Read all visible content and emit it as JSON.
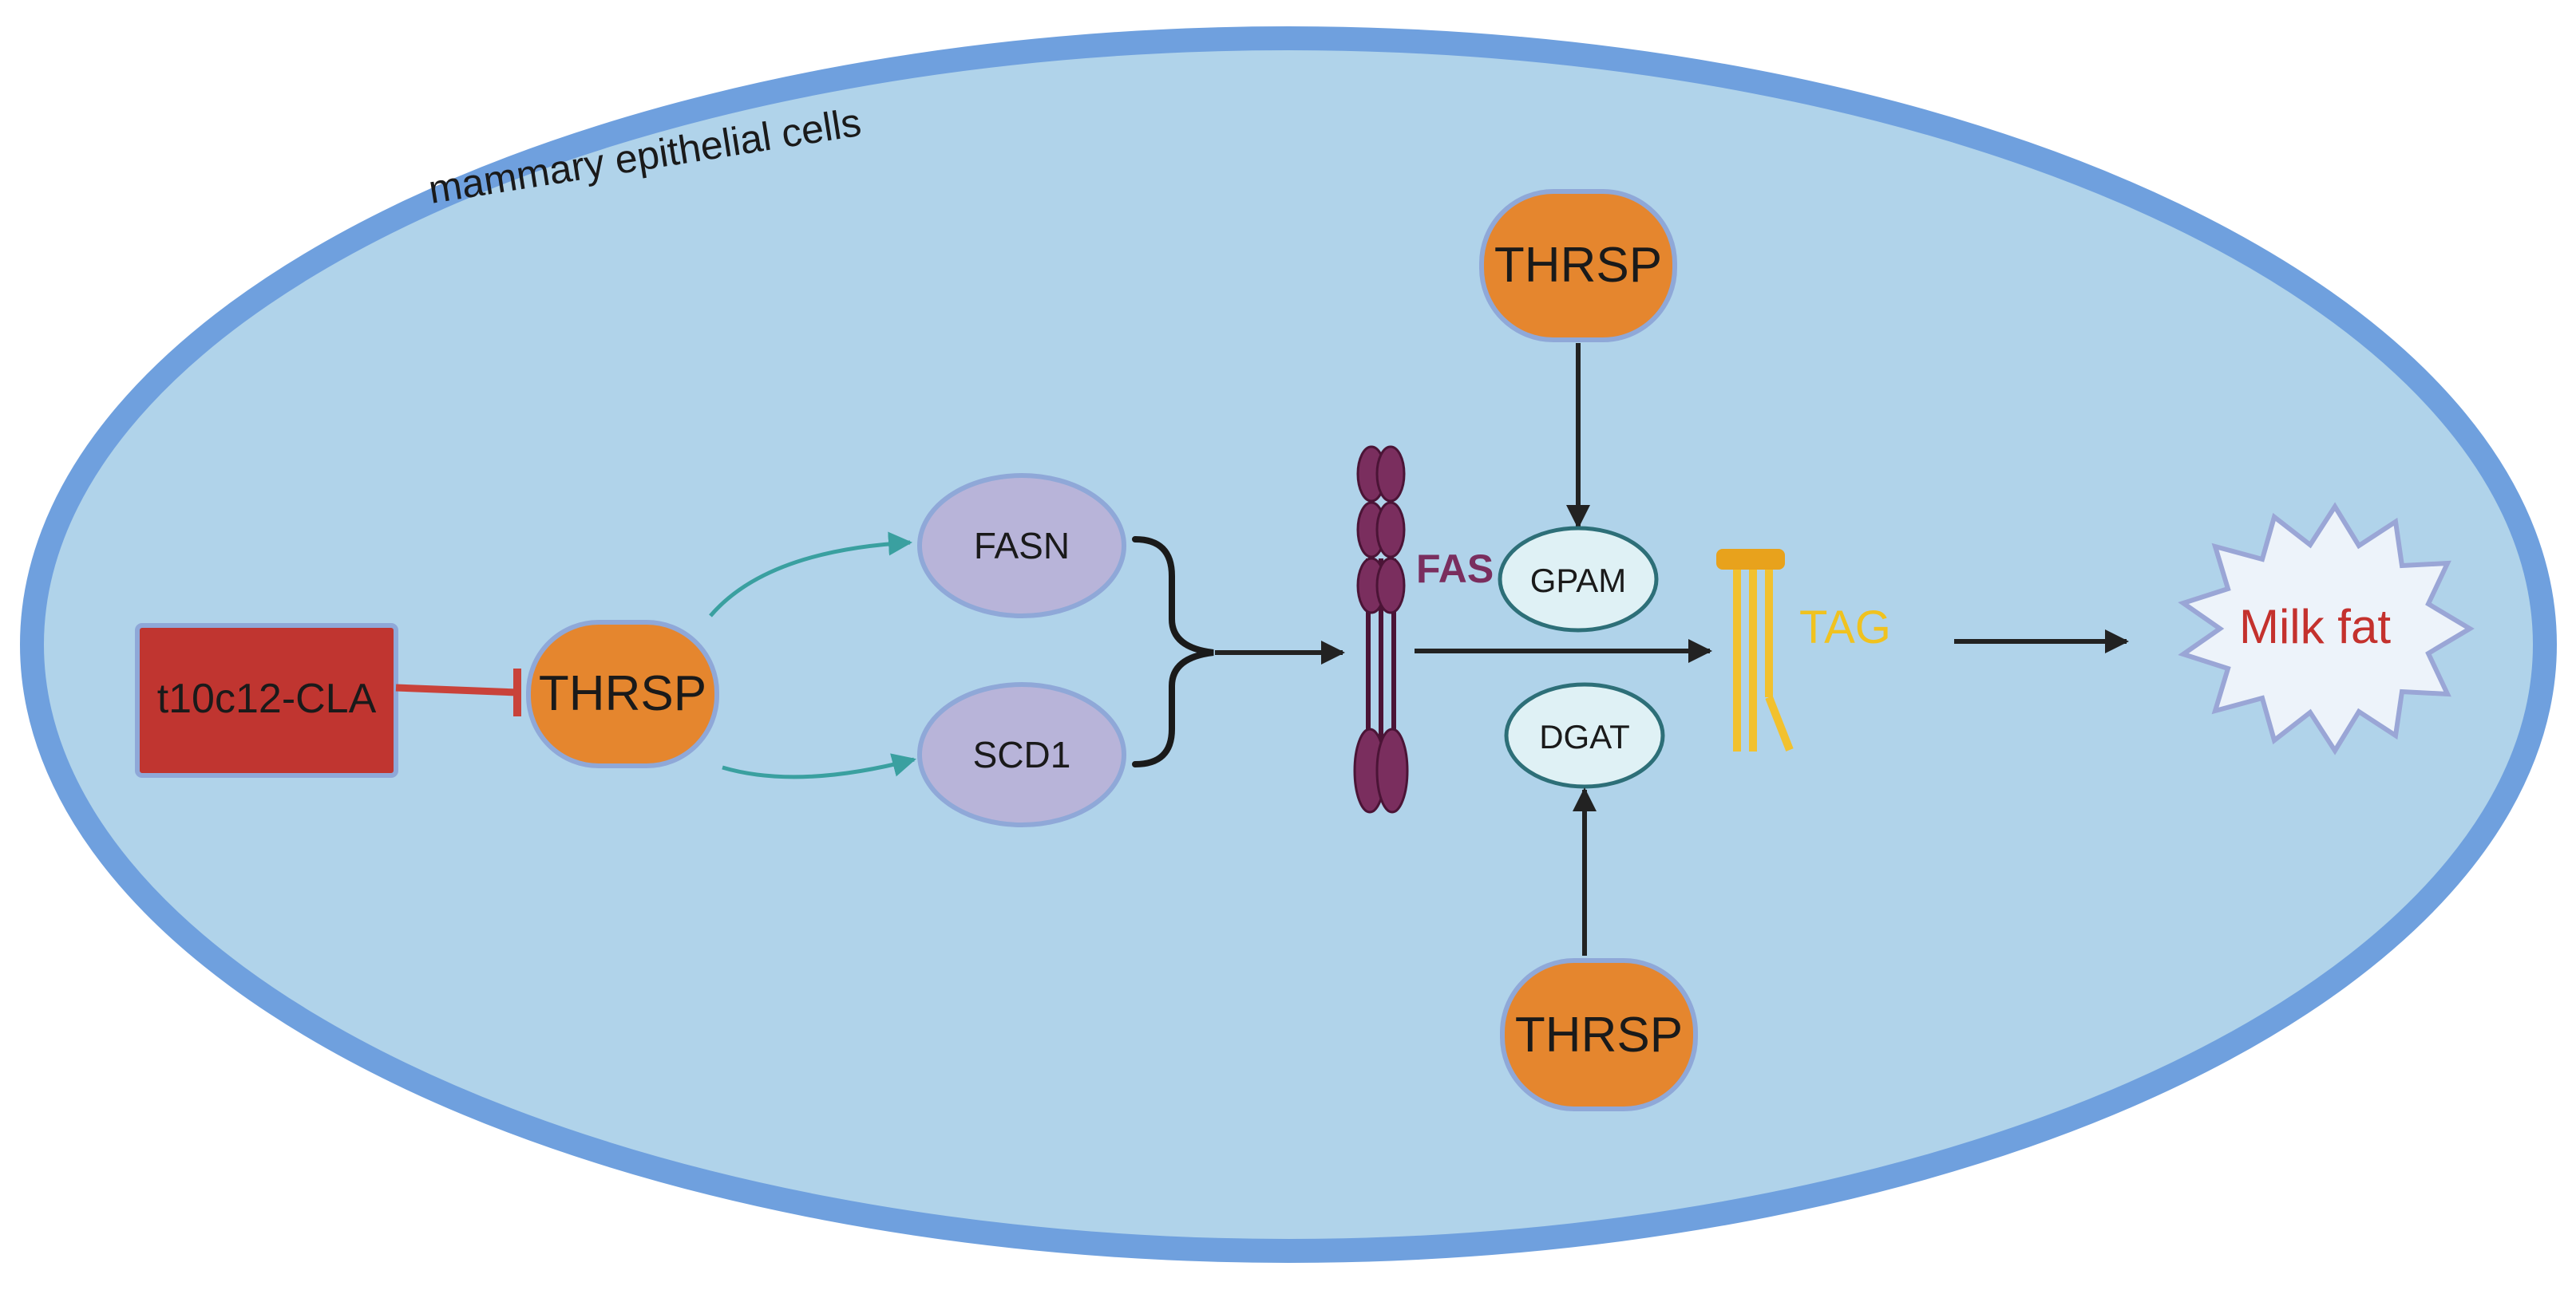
{
  "diagram": {
    "cell_label": "mammary epithelial cells",
    "regulator": "t10c12-CLA",
    "thrsp_left": "THRSP",
    "thrsp_top": "THRSP",
    "thrsp_bottom": "THRSP",
    "fasn": "FASN",
    "scd1": "SCD1",
    "fas": "FAS",
    "gpam": "GPAM",
    "dgat": "DGAT",
    "tag": "TAG",
    "milk_fat": "Milk fat"
  },
  "colors": {
    "cell_fill": "#b0d3ea",
    "cell_border": "#6fa0de",
    "regulator_fill": "#c03530",
    "thrsp_fill": "#e5862e",
    "node_border": "#8fa8d8",
    "enzyme_fill": "#b8b4d9",
    "small_enzyme_fill": "#dff1f5",
    "small_enzyme_border": "#2d6f78",
    "fas_color": "#7a2e5e",
    "tag_color": "#f2c12e",
    "tag_label_color": "#f0c21f",
    "milk_fat_color": "#c4312d",
    "milk_fat_fill": "#edf3fa",
    "milk_fat_border": "#9aa6d6",
    "teal_arrow": "#3aa0a0",
    "inhibit_color": "#c9423a",
    "arrow_color": "#222222"
  }
}
